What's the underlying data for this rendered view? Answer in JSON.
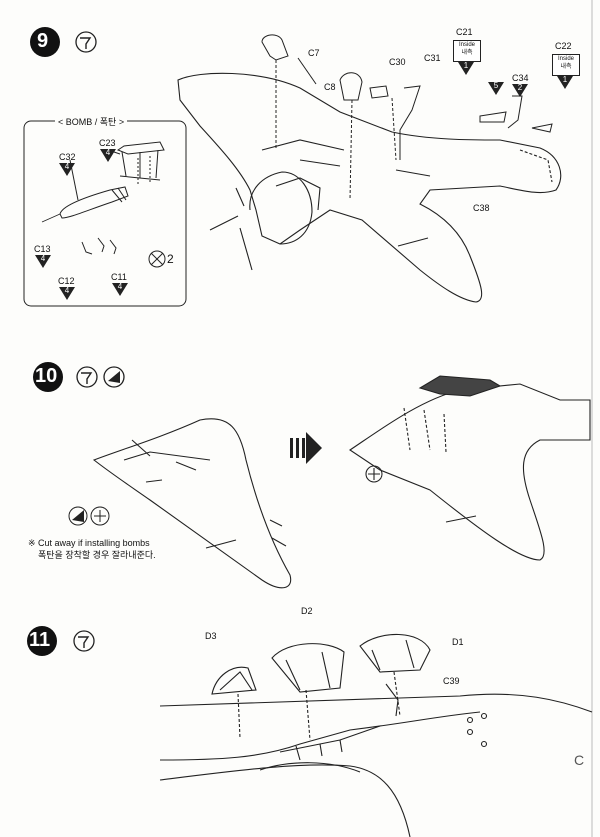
{
  "steps": [
    {
      "number": "9"
    },
    {
      "number": "10"
    },
    {
      "number": "11"
    }
  ],
  "bomb_box": {
    "title": "< BOMB / 폭탄 >",
    "multiplier": "2"
  },
  "parts": {
    "c7": "C7",
    "c8": "C8",
    "c30": "C30",
    "c31": "C31",
    "c21": "C21",
    "c22": "C22",
    "c34": "C34",
    "c38": "C38",
    "c32": "C32",
    "c23": "C23",
    "c13": "C13",
    "c12": "C12",
    "c11": "C11",
    "d1": "D1",
    "d2": "D2",
    "d3": "D3",
    "c39": "C39"
  },
  "counts": {
    "c32": "4",
    "c23": "4",
    "c13": "4",
    "c12": "4",
    "c11": "4",
    "c21": "1",
    "c22": "1",
    "c34": "2",
    "c21_paint": "5"
  },
  "inside_tag": {
    "line1": "Inside",
    "line2": "내측"
  },
  "cut_note": {
    "line1": "※ Cut away if installing bombs",
    "line2": "폭탄을 장착할 경우 잘라내준다."
  },
  "fuselage_letter": "C"
}
